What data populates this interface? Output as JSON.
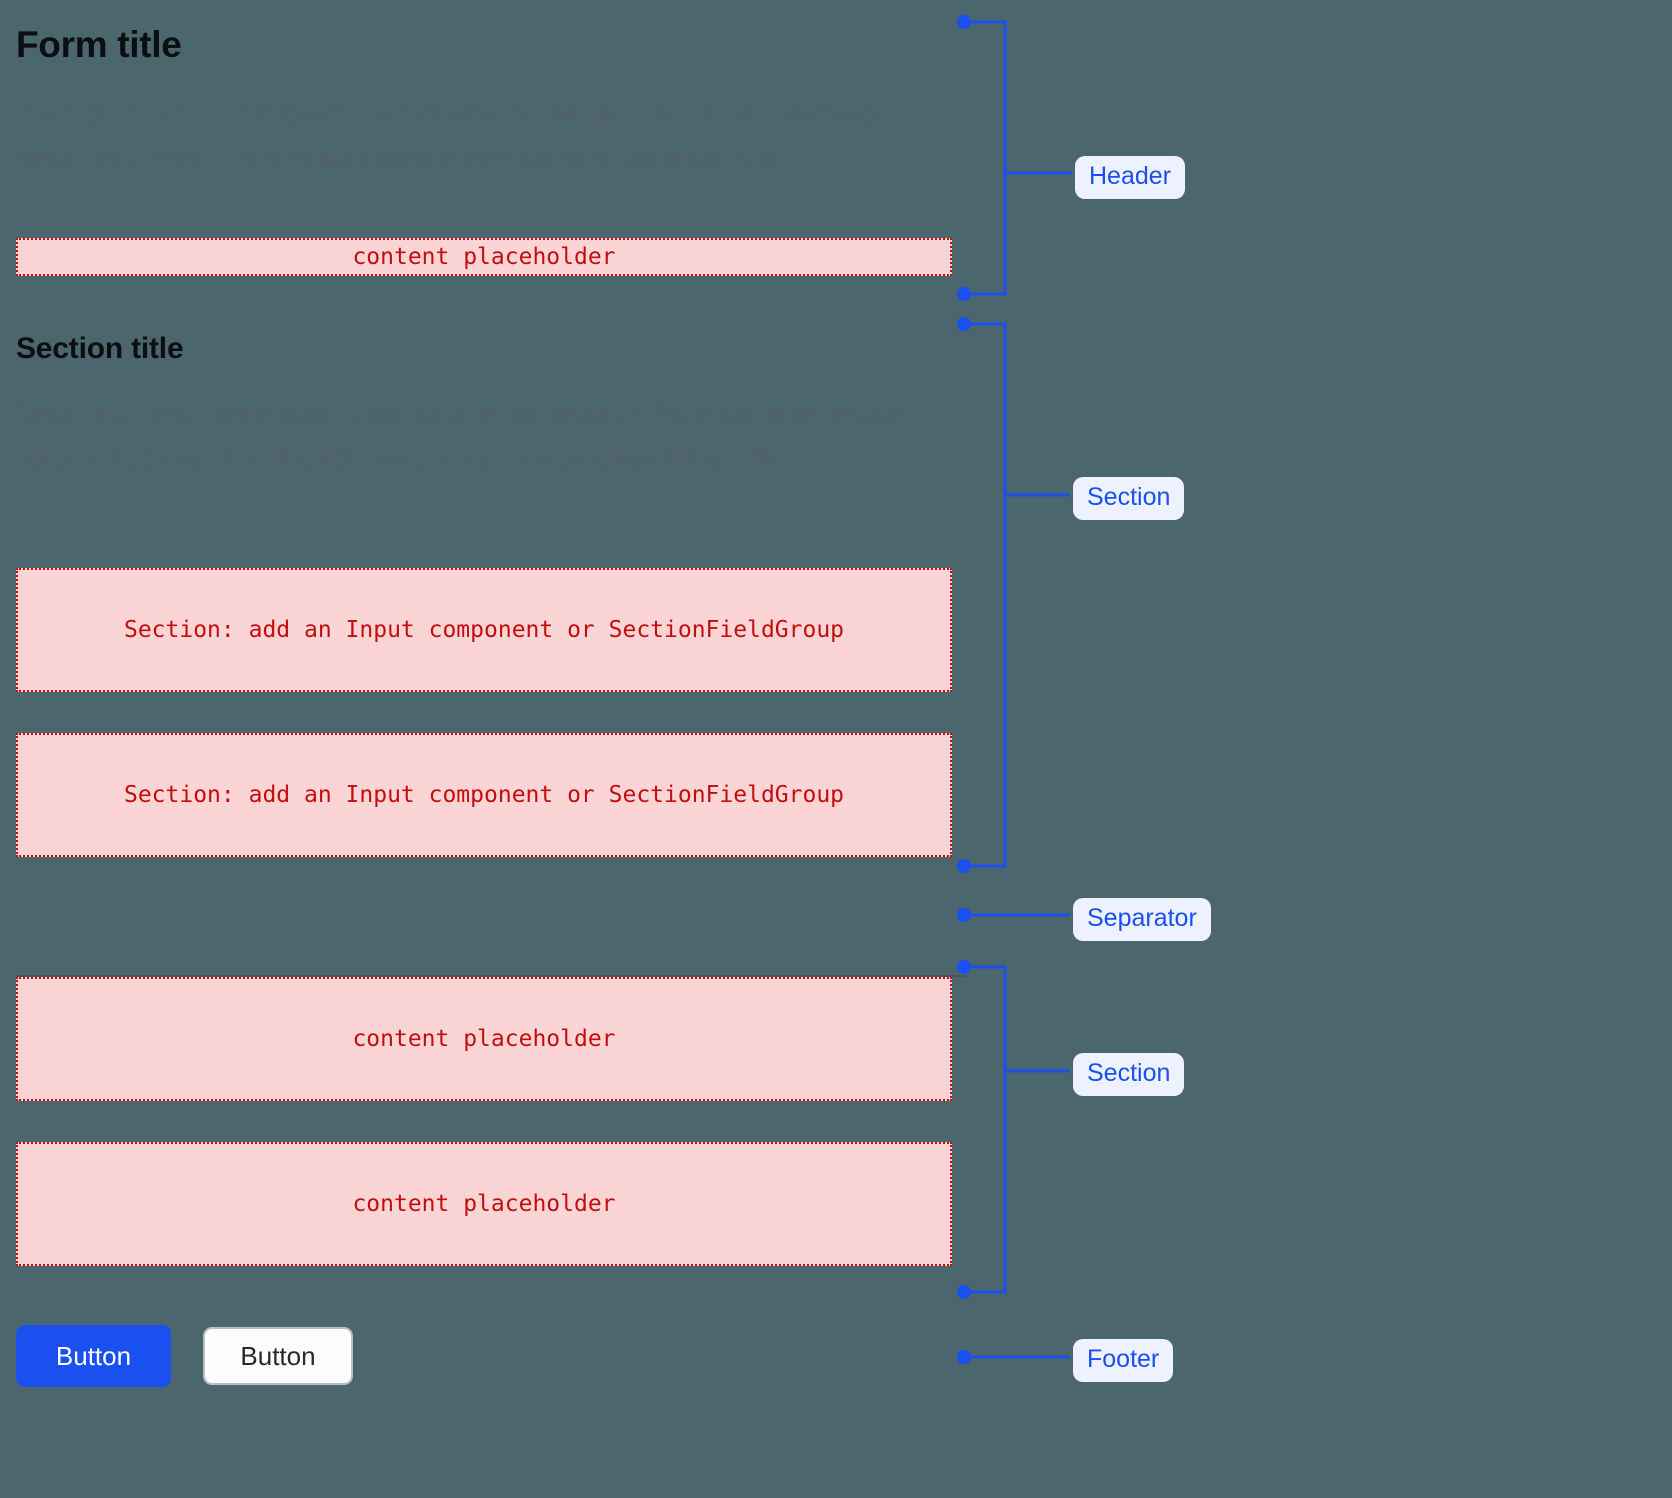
{
  "theme": {
    "background": "#4c666d",
    "accent_blue": "#1a4ff0",
    "label_badge_bg": "#edf2fe",
    "placeholder_fill": "#fbd5d5",
    "placeholder_border": "#c40d0d",
    "placeholder_text": "#c40d0d",
    "heading_color": "#0b0f12",
    "description_color": "#54606a",
    "separator_color": "#4a545c"
  },
  "form": {
    "header": {
      "title": "Form title",
      "description": "Description text. Lorem ipsum dolor sit amet consectetur. Faucibus pellentesque netus vel ultrices. Pharetra adipiscing in sem suspendisse tellus nulla.",
      "placeholder": "content placeholder"
    },
    "section_one": {
      "title": "Section title",
      "description": "Description text. Lorem ipsum dolor sit amet consectetur. Faucibus pellentesque netus vel ultrices. Pharetra adipiscing in sem suspendisse tellus nulla.",
      "field_groups": [
        "Section: add an Input component or SectionFieldGroup",
        "Section: add an Input component or SectionFieldGroup"
      ]
    },
    "separator": {},
    "section_two": {
      "placeholders": [
        "content placeholder",
        "content placeholder"
      ]
    },
    "footer": {
      "primary_button": "Button",
      "secondary_button": "Button"
    }
  },
  "annotations": {
    "header": "Header",
    "section_one": "Section",
    "separator": "Separator",
    "section_two": "Section",
    "footer": "Footer"
  }
}
